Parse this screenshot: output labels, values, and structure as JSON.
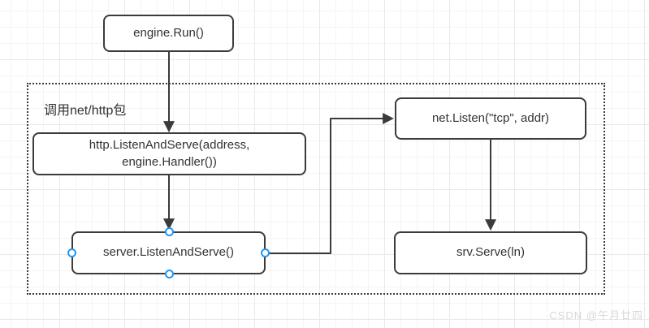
{
  "diagram": {
    "nodes": {
      "engine_run": {
        "label": "engine.Run()"
      },
      "http_listen_and_serve": {
        "label": "http.ListenAndServe(address,\nengine.Handler())"
      },
      "server_listen_and_serve": {
        "label": "server.ListenAndServe()"
      },
      "net_listen": {
        "label": "net.Listen(\"tcp\", addr)"
      },
      "srv_serve": {
        "label": "srv.Serve(ln)"
      }
    },
    "group": {
      "label": "调用net/http包"
    },
    "watermark": {
      "label": "CSDN @午月廿四"
    }
  },
  "colors": {
    "node_border": "#3b3b3b",
    "node_text": "#333333",
    "arrow": "#3b3b3b",
    "selection_handle": "#2196f3",
    "watermark": "#d8d8d8",
    "grid_minor": "#f4f4f4",
    "grid_major": "#e9e9e9"
  }
}
